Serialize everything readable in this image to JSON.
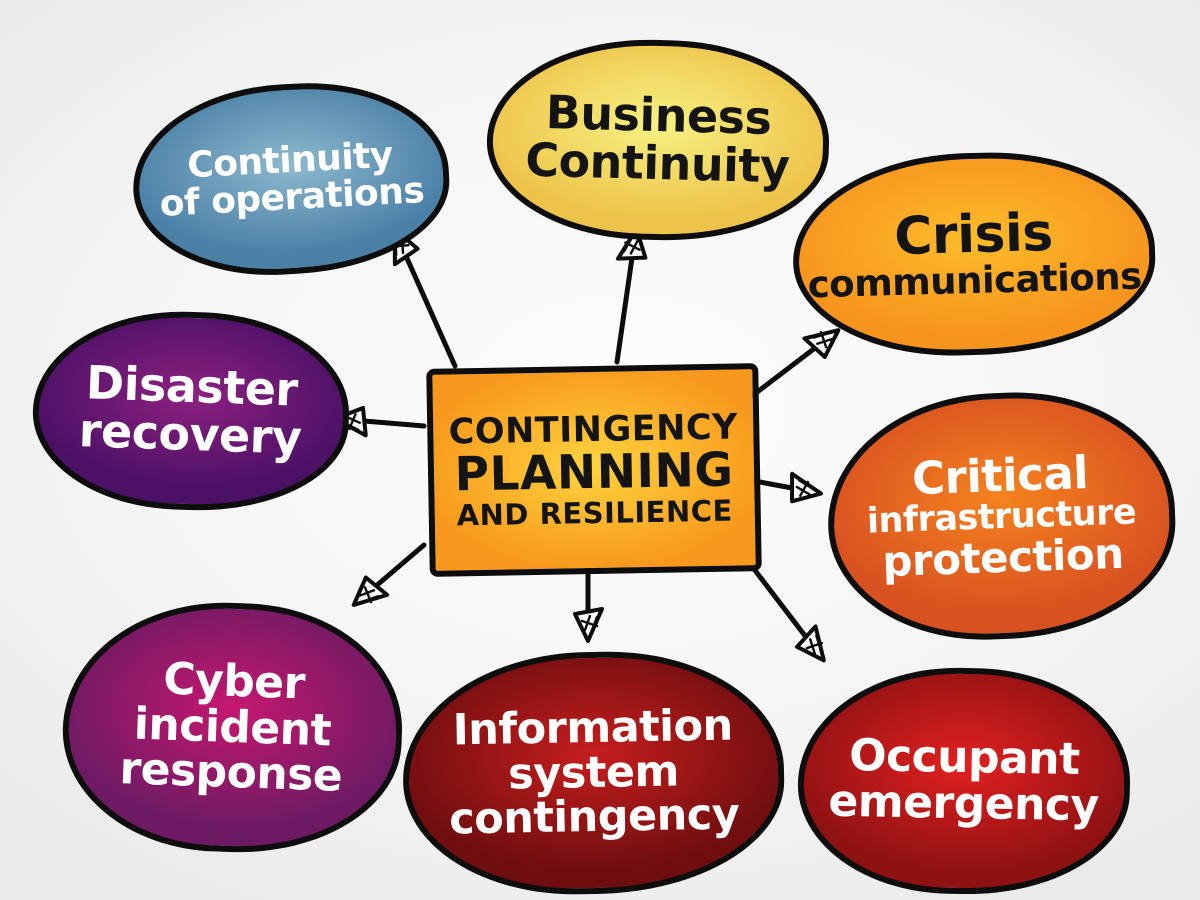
{
  "title": "Contingency planning and resilience mind map",
  "background": {
    "center": "#fdfdfd",
    "edge": "#ebebeb"
  },
  "line_color": "#0c0c0c",
  "center_node": {
    "lines": [
      "CONTINGENCY",
      "PLANNING",
      "AND RESILIENCE"
    ],
    "fill_center": "#ffd43e",
    "fill_edge": "#f8991d",
    "text_color": "#141414"
  },
  "nodes": [
    {
      "id": "continuity-of-operations",
      "lines": [
        "Continuity",
        "of operations"
      ],
      "fill_center": "#8cb9cd",
      "fill_edge": "#4a7fa6",
      "text_color": "#ffffff"
    },
    {
      "id": "business-continuity",
      "lines": [
        "Business",
        "Continuity"
      ],
      "fill_center": "#f7f283",
      "fill_edge": "#eec34a",
      "text_color": "#141414"
    },
    {
      "id": "crisis-communications",
      "lines": [
        "Crisis",
        "communications"
      ],
      "fill_center": "#fdbc29",
      "fill_edge": "#f7941e",
      "text_color": "#141414"
    },
    {
      "id": "disaster-recovery",
      "lines": [
        "Disaster",
        "recovery"
      ],
      "fill_center": "#8e2080",
      "fill_edge": "#4a1165",
      "text_color": "#ffffff"
    },
    {
      "id": "critical-infrastructure-protection",
      "lines": [
        "Critical",
        "infrastructure",
        "protection"
      ],
      "fill_center": "#f5831f",
      "fill_edge": "#d85120",
      "text_color": "#ffffff"
    },
    {
      "id": "cyber-incident-response",
      "lines": [
        "Cyber",
        "incident",
        "response"
      ],
      "fill_center": "#c51870",
      "fill_edge": "#6d1a63",
      "text_color": "#ffffff"
    },
    {
      "id": "information-system-contingency",
      "lines": [
        "Information",
        "system",
        "contingency"
      ],
      "fill_center": "#c51e1e",
      "fill_edge": "#700e0f",
      "text_color": "#ffffff"
    },
    {
      "id": "occupant-emergency",
      "lines": [
        "Occupant",
        "emergency"
      ],
      "fill_center": "#e22020",
      "fill_edge": "#8f1213",
      "text_color": "#ffffff"
    }
  ],
  "arrows": [
    {
      "from": "center",
      "to": "continuity-of-operations"
    },
    {
      "from": "center",
      "to": "business-continuity"
    },
    {
      "from": "center",
      "to": "crisis-communications"
    },
    {
      "from": "center",
      "to": "critical-infrastructure-protection"
    },
    {
      "from": "center",
      "to": "occupant-emergency"
    },
    {
      "from": "center",
      "to": "information-system-contingency"
    },
    {
      "from": "center",
      "to": "cyber-incident-response"
    },
    {
      "from": "center",
      "to": "disaster-recovery"
    }
  ]
}
